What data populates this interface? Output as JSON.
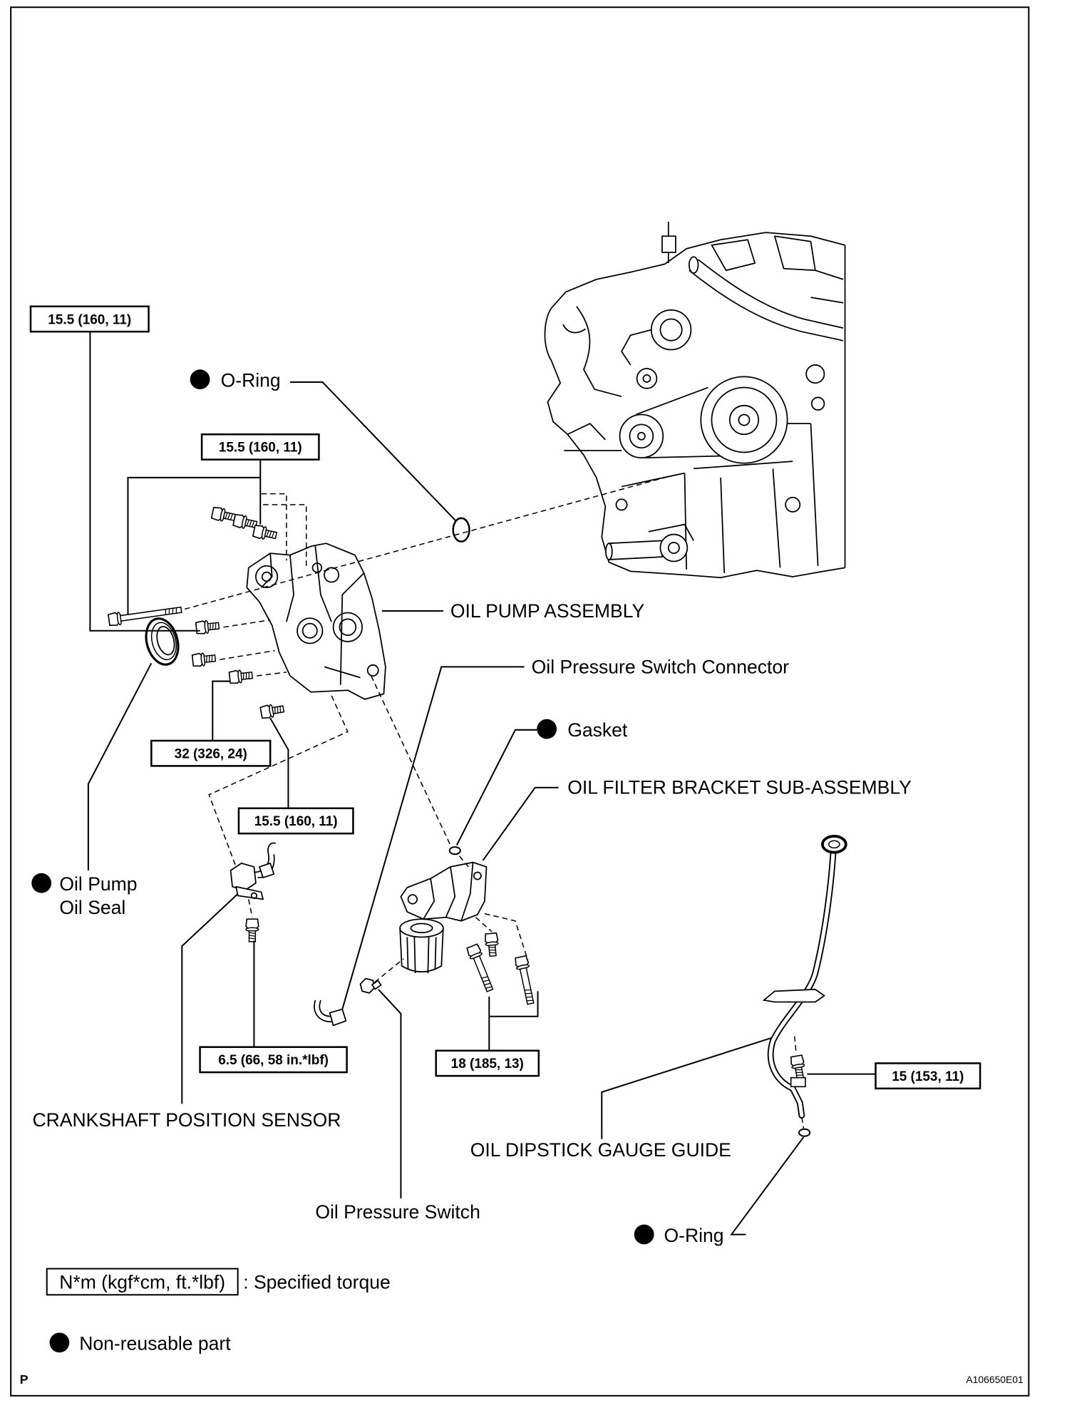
{
  "labels": {
    "o_ring_top": "O-Ring",
    "oil_pump_assembly": "OIL PUMP ASSEMBLY",
    "oil_pressure_switch_connector": "Oil Pressure Switch Connector",
    "gasket": "Gasket",
    "oil_filter_bracket": "OIL FILTER BRACKET SUB-ASSEMBLY",
    "oil_pump_oil_seal_line1": "Oil Pump",
    "oil_pump_oil_seal_line2": "Oil Seal",
    "crankshaft_position_sensor": "CRANKSHAFT POSITION SENSOR",
    "oil_dipstick_gauge_guide": "OIL DIPSTICK GAUGE GUIDE",
    "oil_pressure_switch": "Oil Pressure Switch",
    "o_ring_bottom": "O-Ring"
  },
  "torques": {
    "long_bolt": "15.5 (160, 11)",
    "upper_bolts": "15.5 (160, 11)",
    "middle_bolt": "32 (326, 24)",
    "lower_bolt": "15.5 (160, 11)",
    "sensor_bolt": "6.5 (66, 58 in.*lbf)",
    "bracket_bolts": "18 (185, 13)",
    "dipstick_bolt": "15 (153, 11)"
  },
  "legend": {
    "torque_units": "N*m (kgf*cm, ft.*lbf)",
    "torque_desc": ": Specified torque",
    "non_reusable": "Non-reusable part"
  },
  "footer": {
    "section": "P",
    "figure_id": "A106650E01"
  },
  "icons": {
    "non_reusable_marker": "filled-circle-icon"
  },
  "colors": {
    "line": "#000000",
    "background": "#ffffff"
  }
}
